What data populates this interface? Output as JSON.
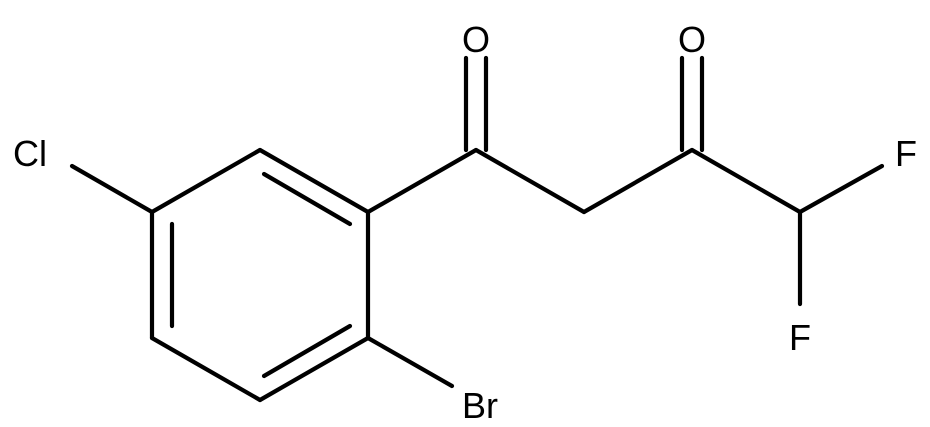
{
  "molecule": {
    "atoms": {
      "o1": "O",
      "o2": "O",
      "cl": "Cl",
      "br": "Br",
      "f1": "F",
      "f2": "F"
    }
  }
}
